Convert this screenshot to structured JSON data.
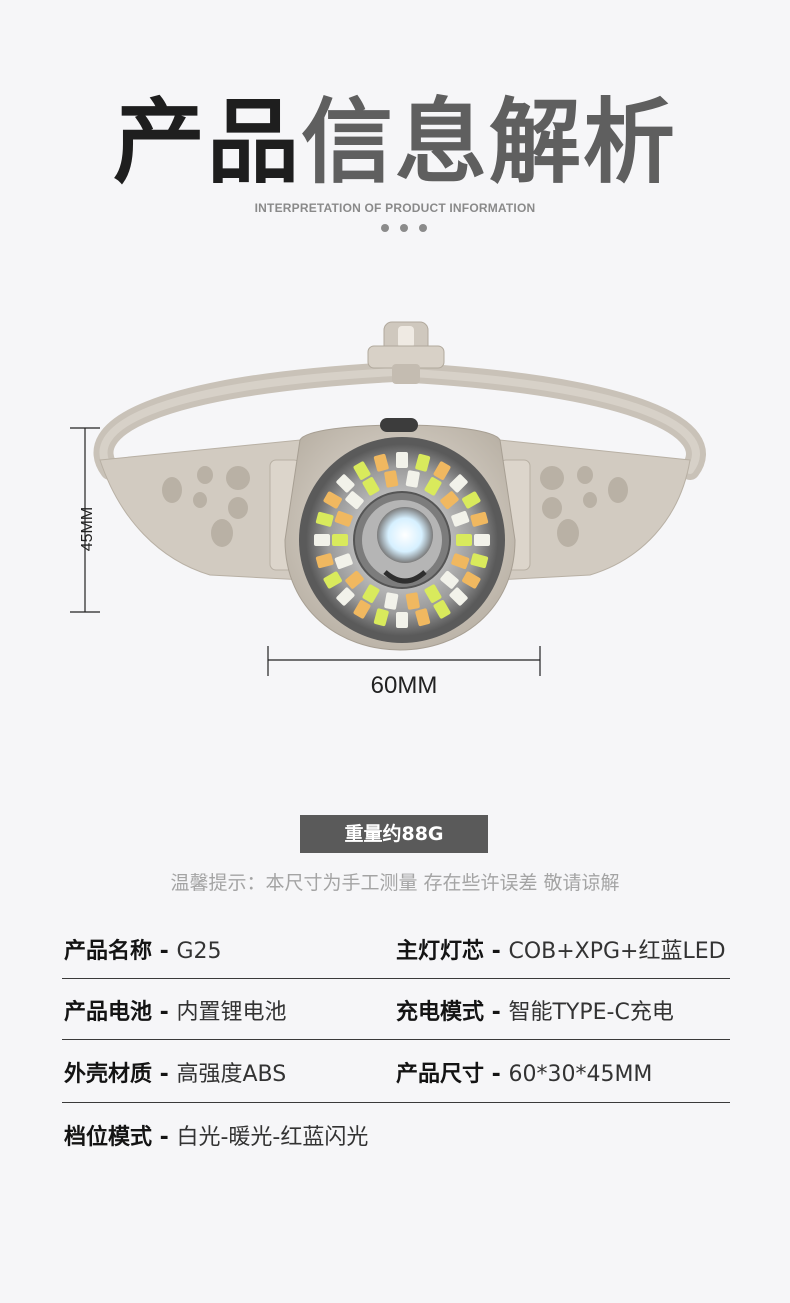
{
  "header": {
    "title_dark": "产品",
    "title_grey": "信息解析",
    "subtitle": "INTERPRETATION OF PRODUCT INFORMATION"
  },
  "product": {
    "height_label": "45MM",
    "width_label": "60MM"
  },
  "weight_badge": "重量约88G",
  "notice": "温馨提示：本尺寸为手工测量 存在些许误差 敬请谅解",
  "specs": {
    "name": {
      "key": "产品名称",
      "value": "G25"
    },
    "main_led": {
      "key": "主灯灯芯",
      "value": "COB+XPG+红蓝LED"
    },
    "battery": {
      "key": "产品电池",
      "value": "内置锂电池"
    },
    "charging": {
      "key": "充电模式",
      "value": "智能TYPE-C充电"
    },
    "shell": {
      "key": "外壳材质",
      "value": "高强度ABS"
    },
    "size": {
      "key": "产品尺寸",
      "value": "60*30*45MM"
    },
    "modes": {
      "key": "档位模式",
      "value": "白光-暖光-红蓝闪光"
    },
    "separator": " - "
  },
  "colors": {
    "background": "#f6f6f8",
    "badge": "#5a5a5a",
    "title_dark": "#1e1e1e",
    "title_grey": "#5f5f5f"
  }
}
